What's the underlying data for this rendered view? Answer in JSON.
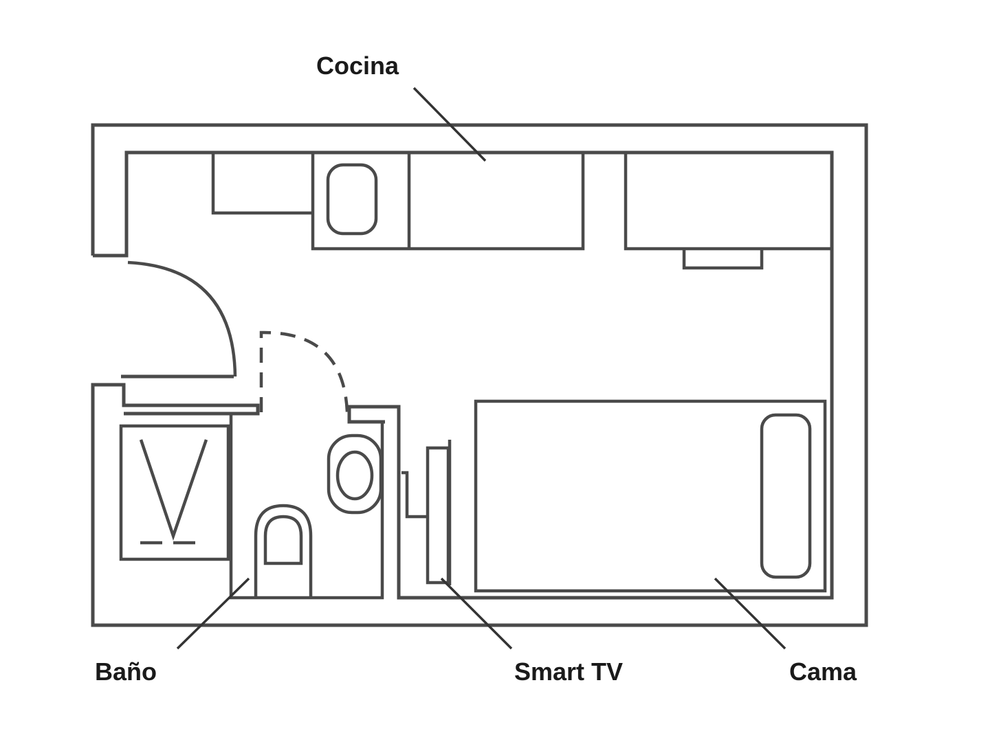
{
  "labels": {
    "kitchen": "Cocina",
    "bathroom": "Baño",
    "tv": "Smart TV",
    "bed": "Cama"
  },
  "colors": {
    "line": "#4a4a4a",
    "text": "#1a1a1a",
    "background": "#ffffff"
  }
}
